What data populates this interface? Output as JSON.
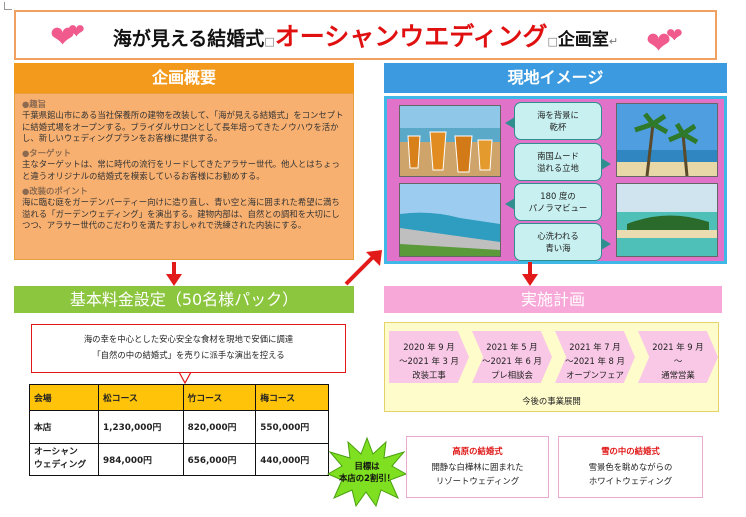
{
  "title": {
    "part1": "海が見える結婚式",
    "part2": "オーシャンウエディング",
    "part3": "企画室"
  },
  "sections": {
    "plan_overview": "企画概要",
    "site_image": "現地イメージ",
    "base_price": "基本料金設定（50名様パック）",
    "implementation": "実施計画"
  },
  "plan": {
    "purpose_heading": "●趣旨",
    "purpose_text": "千葉県館山市にある当社保養所の建物を改装して、「海が見える結婚式」をコンセプトに結婚式場をオープンする。ブライダルサロンとして長年培ってきたノウハウを活かし、新しいウェディングプランをお客様に提供する。",
    "target_heading": "●ターゲット",
    "target_text": "主なターゲットは、常に時代の流行をリードしてきたアラサー世代。他人とはちょっと違うオリジナルの結婚式を模索しているお客様にお勧めする。",
    "points_heading": "●改装のポイント",
    "points_text": "海に臨む庭をガーデンパーティー向けに造り直し、青い空と海に囲まれた希望に満ち溢れる「ガーデンウェディング」を演出する。建物内部は、自然との調和を大切にしつつ、アラサー世代のこだわりを満たすおしゃれで洗練された内装にする。"
  },
  "callouts": [
    {
      "line1": "海を背景に",
      "line2": "乾杯"
    },
    {
      "line1": "南国ムード",
      "line2": "溢れる立地"
    },
    {
      "line1": "180 度の",
      "line2": "パノラマビュー"
    },
    {
      "line1": "心洗われる",
      "line2": "青い海"
    }
  ],
  "proposal": {
    "line1": "海の幸を中心とした安心安全な食材を現地で安価に調達",
    "line2": "「自然の中の結婚式」を売りに派手な演出を控える"
  },
  "price_table": {
    "headers": [
      "会場",
      "松コース",
      "竹コース",
      "梅コース"
    ],
    "rows": [
      {
        "venue": "本店",
        "matsu": "1,230,000円",
        "take": "820,000円",
        "ume": "550,000円"
      },
      {
        "venue_line1": "オーシャン",
        "venue_line2": "ウェディング",
        "matsu": "984,000円",
        "take": "656,000円",
        "ume": "440,000円"
      }
    ]
  },
  "burst": {
    "line1": "目標は",
    "line2": "本店の2割引！"
  },
  "schedule": {
    "steps": [
      {
        "line1": "2020 年 9 月",
        "line2": "～2021 年 3 月",
        "line3": "改装工事"
      },
      {
        "line1": "2021 年 5 月",
        "line2": "～2021 年 6 月",
        "line3": "プレ相談会"
      },
      {
        "line1": "2021 年 7 月",
        "line2": "～2021 年 8 月",
        "line3": "オープンフェア"
      },
      {
        "line1": "2021 年 9 月",
        "line2": "～",
        "line3": "通常営業"
      }
    ],
    "caption": "今後の事業展開"
  },
  "future_plans": [
    {
      "title": "高原の結婚式",
      "line1": "開静な白樺林に囲まれた",
      "line2": "リゾートウェディング"
    },
    {
      "title": "雪の中の結婚式",
      "line1": "雪景色を眺めながらの",
      "line2": "ホワイトウェディング"
    }
  ],
  "colors": {
    "title_red": "#e01010",
    "orange_band": "#f39a1c",
    "blue_band": "#3c9be0",
    "green_band": "#8cc63f",
    "pink_band": "#f7a8d8",
    "plan_bg": "#f8b070",
    "photo_panel": "#e072c9",
    "table_header": "#ffc40a",
    "burst": "#7ee020",
    "schedule_bg": "#fffccc",
    "arrow_red": "#e31a1a",
    "heart": "#f05a8c"
  },
  "icons": [
    "heart-icon",
    "arrow-icon",
    "starburst-icon"
  ]
}
